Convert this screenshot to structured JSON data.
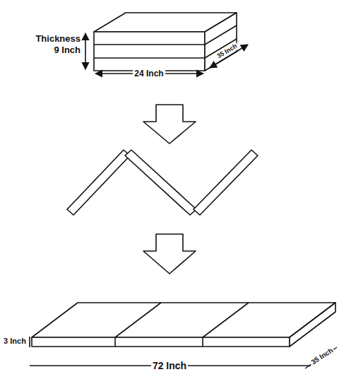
{
  "diagram": {
    "labels": [
      "Thickness 9 Inch",
      "35 Inch",
      "24 Inch",
      "3 Inch",
      "72 Inch",
      "35 Inch"
    ]
  }
}
